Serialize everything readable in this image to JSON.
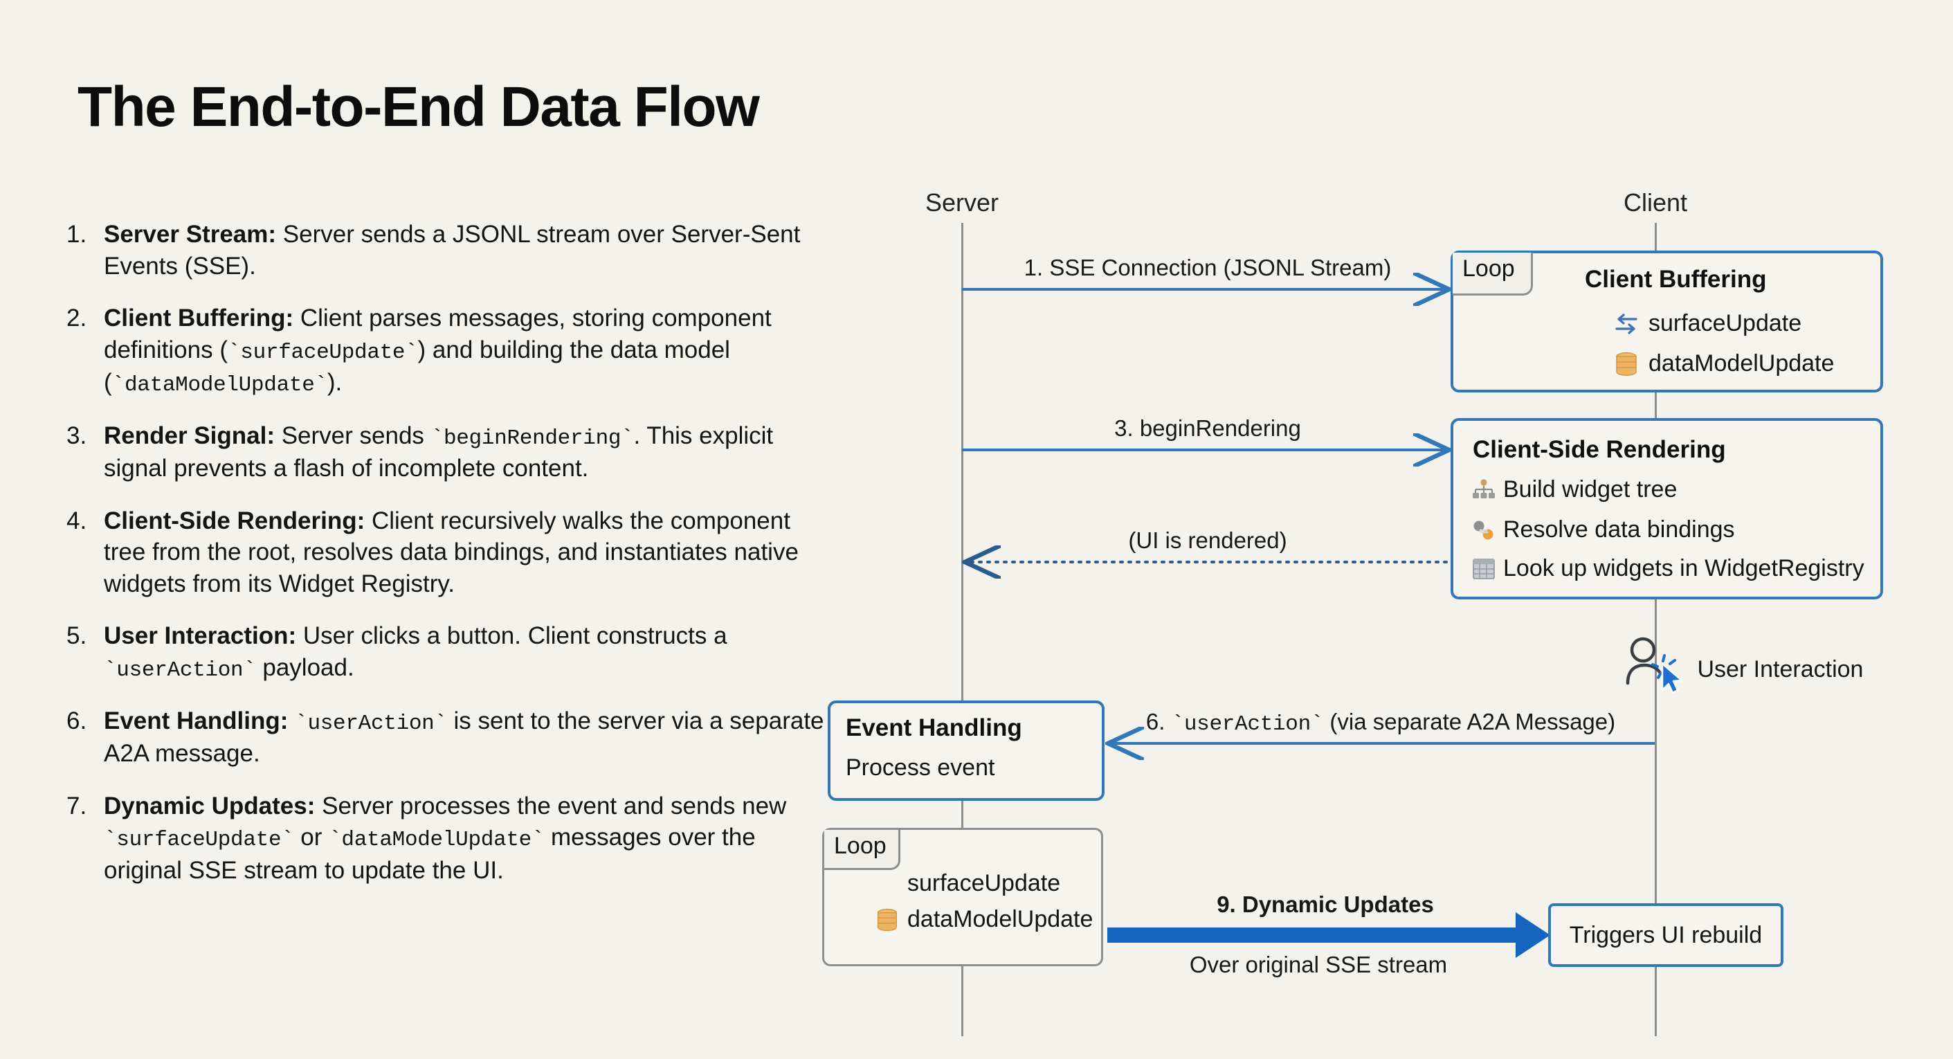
{
  "page": {
    "title": "The End-to-End Data Flow",
    "background_color": "#f3f2ec",
    "accent_blue": "#3277b8",
    "arrow_blue": "#1565c0",
    "lifeline_gray": "#8d8d8d",
    "db_icon_orange": "#e8a33d"
  },
  "steps": [
    {
      "num": "1.",
      "bold": "Server Stream:",
      "rest": " Server sends a JSONL stream over Server-Sent Events (SSE)."
    },
    {
      "num": "2.",
      "bold": "Client Buffering:",
      "rest_a": " Client parses messages, storing component definitions (",
      "code_a": "`surfaceUpdate`",
      "rest_b": ") and building the data model (",
      "code_b": "`dataModelUpdate`",
      "rest_c": ")."
    },
    {
      "num": "3.",
      "bold": "Render Signal:",
      "rest_a": " Server sends ",
      "code_a": "`beginRendering`",
      "rest_b": ". This explicit signal prevents a flash of incomplete content."
    },
    {
      "num": "4.",
      "bold": "Client-Side Rendering:",
      "rest": " Client recursively walks the component tree from the root, resolves data bindings, and instantiates native widgets from its Widget Registry."
    },
    {
      "num": "5.",
      "bold": "User Interaction:",
      "rest_a": " User clicks a button. Client constructs a ",
      "code_a": "`userAction`",
      "rest_b": " payload."
    },
    {
      "num": "6.",
      "bold": "Event Handling:",
      "rest_a": " ",
      "code_a": "`userAction`",
      "rest_b": " is sent to the server via a separate A2A message."
    },
    {
      "num": "7.",
      "bold": "Dynamic Updates:",
      "rest_a": " Server processes the event and sends new ",
      "code_a": "`surfaceUpdate`",
      "rest_b": " or ",
      "code_b": "`dataModelUpdate`",
      "rest_c": " messages over the original SSE stream to update the UI."
    }
  ],
  "diagram": {
    "actors": {
      "server": "Server",
      "client": "Client"
    },
    "messages": {
      "sse_connection": "1. SSE Connection (JSONL Stream)",
      "begin_rendering": "3. beginRendering",
      "ui_rendered": "(UI is rendered)",
      "user_action_prefix": "6. ",
      "user_action_code": "`userAction`",
      "user_action_suffix": " (via separate A2A Message)",
      "dynamic_updates": "9. Dynamic Updates",
      "dynamic_updates_sub": "Over original SSE stream"
    },
    "client_buffering": {
      "loop_label": "Loop",
      "title": "Client Buffering",
      "item_surface": "surfaceUpdate",
      "item_data": "dataModelUpdate"
    },
    "client_rendering": {
      "title": "Client-Side Rendering",
      "items": [
        "Build widget tree",
        "Resolve data bindings",
        "Look up widgets in WidgetRegistry"
      ]
    },
    "user_interaction": {
      "label": "User Interaction"
    },
    "event_handling": {
      "title": "Event Handling",
      "subtitle": "Process event"
    },
    "server_loop": {
      "loop_label": "Loop",
      "item_surface": "surfaceUpdate",
      "item_data": "dataModelUpdate"
    },
    "ui_rebuild": {
      "label": "Triggers UI rebuild"
    }
  }
}
